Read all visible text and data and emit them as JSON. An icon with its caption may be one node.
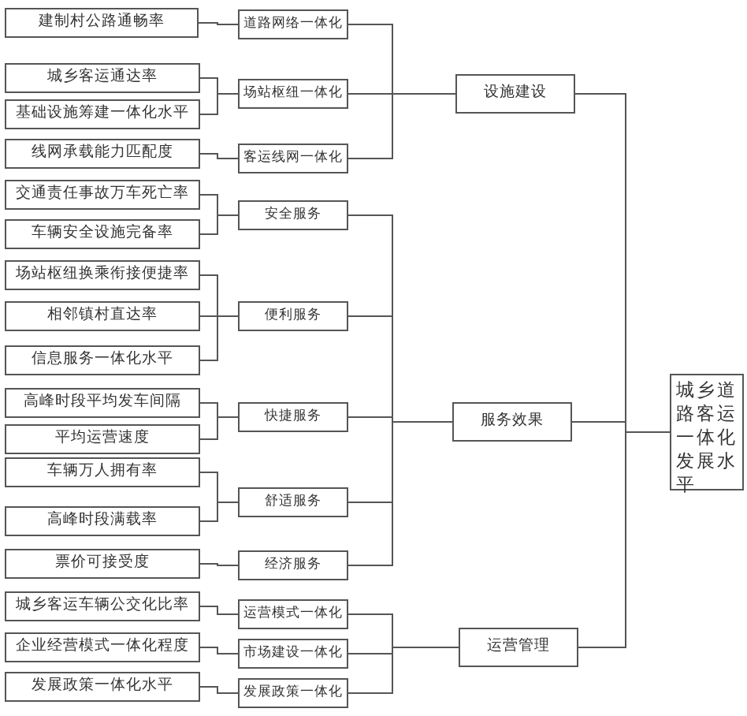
{
  "diagram": {
    "nodes": [
      {
        "text": [
          "建制村公路通畅率"
        ]
      },
      {
        "text": [
          "城乡客运通达率"
        ]
      },
      {
        "text": [
          "基础设施筹建一体化水平"
        ]
      },
      {
        "text": [
          "线网承载能力匹配度"
        ]
      },
      {
        "text": [
          "交通责任事故万车死亡率"
        ]
      },
      {
        "text": [
          "车辆安全设施完备率"
        ]
      },
      {
        "text": [
          "场站枢纽换乘衔接便捷率"
        ]
      },
      {
        "text": [
          "相邻镇村直达率"
        ]
      },
      {
        "text": [
          "信息服务一体化水平"
        ]
      },
      {
        "text": [
          "高峰时段平均发车间隔"
        ]
      },
      {
        "text": [
          "平均运营速度"
        ]
      },
      {
        "text": [
          "车辆万人拥有率"
        ]
      },
      {
        "text": [
          "高峰时段满载率"
        ]
      },
      {
        "text": [
          "票价可接受度"
        ]
      },
      {
        "text": [
          "城乡客运车辆公交化比率"
        ]
      },
      {
        "text": [
          "企业经营模式一体化程度"
        ]
      },
      {
        "text": [
          "发展政策一体化水平"
        ]
      },
      {
        "text": [
          "道路网络一体化"
        ]
      },
      {
        "text": [
          "场站枢纽一体化"
        ]
      },
      {
        "text": [
          "客运线网一体化"
        ]
      },
      {
        "text": [
          "安全服务"
        ]
      },
      {
        "text": [
          "便利服务"
        ]
      },
      {
        "text": [
          "快捷服务"
        ]
      },
      {
        "text": [
          "舒适服务"
        ]
      },
      {
        "text": [
          "经济服务"
        ]
      },
      {
        "text": [
          "运营模式一体化"
        ]
      },
      {
        "text": [
          "市场建设一体化"
        ]
      },
      {
        "text": [
          "发展政策一体化"
        ]
      },
      {
        "text": [
          "设施建设"
        ]
      },
      {
        "text": [
          "服务效果"
        ]
      },
      {
        "text": [
          "运营管理"
        ]
      },
      {
        "text": [
          "城乡道路客运一体化发展水平"
        ]
      }
    ],
    "edges": [
      {
        "from": 0,
        "to": 17,
        "arrow": "none"
      },
      {
        "from": 1,
        "to": 18,
        "arrow": "none"
      },
      {
        "from": 2,
        "to": 18,
        "arrow": "none"
      },
      {
        "from": 3,
        "to": 19,
        "arrow": "none"
      },
      {
        "from": 4,
        "to": 20,
        "arrow": "none"
      },
      {
        "from": 5,
        "to": 20,
        "arrow": "none"
      },
      {
        "from": 6,
        "to": 21,
        "arrow": "none"
      },
      {
        "from": 7,
        "to": 21,
        "arrow": "none"
      },
      {
        "from": 8,
        "to": 21,
        "arrow": "none"
      },
      {
        "from": 9,
        "to": 22,
        "arrow": "none"
      },
      {
        "from": 10,
        "to": 22,
        "arrow": "none"
      },
      {
        "from": 11,
        "to": 23,
        "arrow": "none"
      },
      {
        "from": 12,
        "to": 23,
        "arrow": "none"
      },
      {
        "from": 13,
        "to": 24,
        "arrow": "none"
      },
      {
        "from": 14,
        "to": 25,
        "arrow": "none"
      },
      {
        "from": 15,
        "to": 26,
        "arrow": "none"
      },
      {
        "from": 16,
        "to": 27,
        "arrow": "none"
      },
      {
        "from": 17,
        "to": 28,
        "arrow": "none"
      },
      {
        "from": 18,
        "to": 28,
        "arrow": "none"
      },
      {
        "from": 19,
        "to": 28,
        "arrow": "none"
      },
      {
        "from": 20,
        "to": 29,
        "arrow": "none"
      },
      {
        "from": 21,
        "to": 29,
        "arrow": "none"
      },
      {
        "from": 22,
        "to": 29,
        "arrow": "none"
      },
      {
        "from": 23,
        "to": 29,
        "arrow": "none"
      },
      {
        "from": 24,
        "to": 29,
        "arrow": "none"
      },
      {
        "from": 25,
        "to": 30,
        "arrow": "none"
      },
      {
        "from": 26,
        "to": 30,
        "arrow": "none"
      },
      {
        "from": 27,
        "to": 30,
        "arrow": "none"
      },
      {
        "from": 28,
        "to": 31,
        "arrow": "none"
      },
      {
        "from": 29,
        "to": 31,
        "arrow": "none"
      },
      {
        "from": 30,
        "to": 31,
        "arrow": "none"
      }
    ]
  }
}
